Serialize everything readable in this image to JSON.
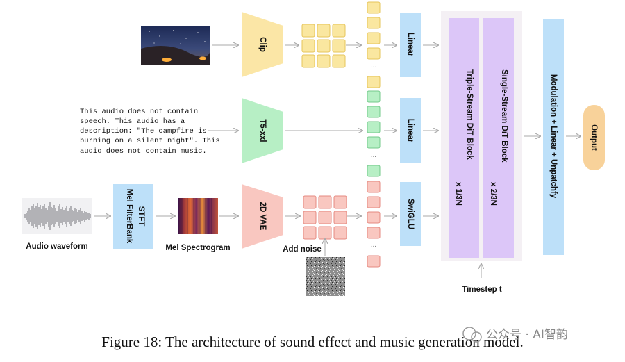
{
  "inputs": {
    "text_lines": [
      "This audio does not contain",
      "speech. This audio has a",
      "description: \"The campfire is",
      "burning on a silent night\". This",
      "audio does not contain music."
    ],
    "audio_waveform_label": "Audio waveform",
    "mel_spectrogram_label": "Mel Spectrogram",
    "add_noise_label": "Add noise"
  },
  "blocks": {
    "stft_line1": "STFT",
    "stft_line2": "Mel FilterBank",
    "clip": "Clip",
    "t5": "T5-xxl",
    "vae": "2D VAE",
    "linear_top": "Linear",
    "linear_mid": "Linear",
    "swiglu": "SwiGLU",
    "triple_main": "Triple-Stream DiT Block",
    "triple_factor": "x 1/3N",
    "single_main": "Single-Stream DiT Block",
    "single_factor": "x 2/3N",
    "modulation": "Modulation + Linear + Unpatchfy",
    "output": "Output",
    "timestep": "Timestep t"
  },
  "ellipsis": "...",
  "caption": "Figure 18: The architecture of sound effect and music generation model.",
  "watermark": "公众号 · AI智韵",
  "colors": {
    "clip_yellow": "#fbe6a6",
    "yellow_token": "#fae7a0",
    "yellow_stroke": "#e6c45a",
    "green": "#b7efc5",
    "green_stroke": "#73c98a",
    "pink": "#f9c7c0",
    "pink_stroke": "#e58a80",
    "blue": "#bde0f9",
    "purple": "#dcc6f8",
    "output_orange": "#f8d29a",
    "arrow": "#a9a9a9"
  }
}
